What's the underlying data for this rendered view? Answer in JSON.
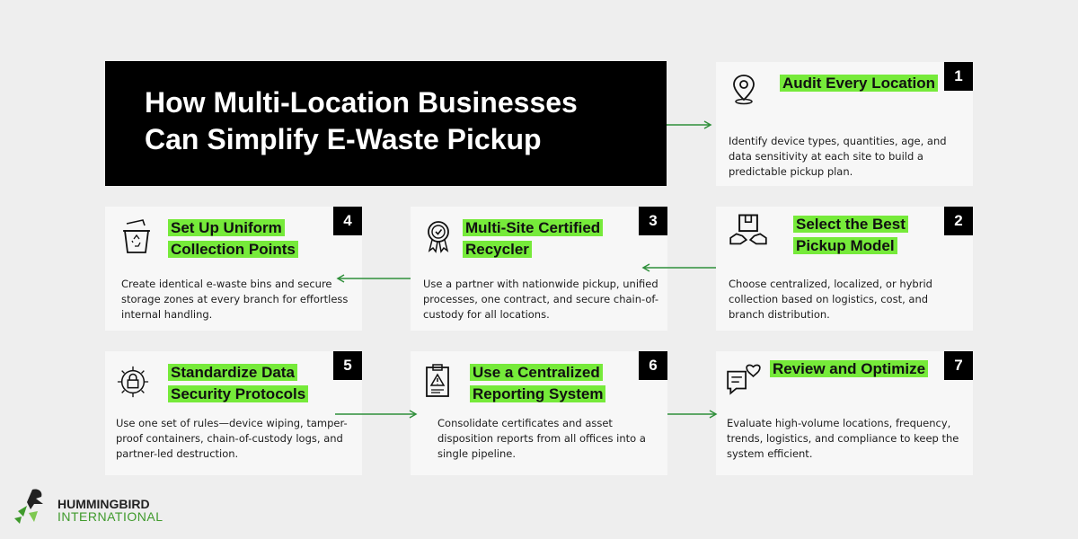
{
  "title": {
    "line1": "How Multi-Location Businesses",
    "line2": "Can Simplify E-Waste Pickup"
  },
  "steps": [
    {
      "num": "1",
      "heading": "Audit Every Location",
      "icon": "location-pin-icon",
      "desc": "Identify device types, quantities, age, and data sensitivity at each site to build a predictable pickup plan."
    },
    {
      "num": "2",
      "heading": "Select the Best Pickup Model",
      "icon": "box-handoff-icon",
      "desc": "Choose centralized, localized, or hybrid collection based on logistics, cost, and branch distribution."
    },
    {
      "num": "3",
      "heading": "Multi-Site Certified Recycler",
      "icon": "certified-badge-icon",
      "desc": "Use a partner with nationwide pickup, unified processes, one contract, and secure chain-of-custody for all locations."
    },
    {
      "num": "4",
      "heading": "Set Up Uniform Collection Points",
      "icon": "recycle-bin-icon",
      "desc": "Create identical e-waste bins and secure storage zones at every branch for effortless internal handling."
    },
    {
      "num": "5",
      "heading": "Standardize Data Security Protocols",
      "icon": "security-lock-icon",
      "desc": "Use one set of rules—device wiping, tamper-proof containers, chain-of-custody logs, and partner-led destruction."
    },
    {
      "num": "6",
      "heading": "Use a Centralized Reporting System",
      "icon": "clipboard-warning-icon",
      "desc": "Consolidate certificates and asset disposition reports from all offices into a single pipeline."
    },
    {
      "num": "7",
      "heading": "Review and Optimize",
      "icon": "chat-heart-icon",
      "desc": "Evaluate high-volume locations, frequency, trends, logistics, and compliance to keep the system efficient."
    }
  ],
  "logo": {
    "line1": "HUMMINGBIRD",
    "line2": "INTERNATIONAL"
  },
  "colors": {
    "accent": "#76ea3a",
    "arrow": "#2f8f3a",
    "title_bg": "#000000"
  }
}
